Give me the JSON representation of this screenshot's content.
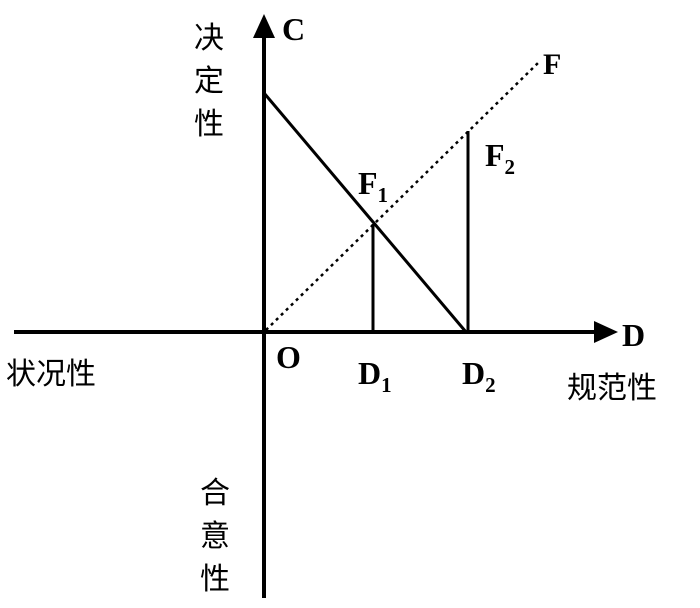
{
  "axes": {
    "vertical_top_label": "C",
    "vertical_top_caption": [
      "决",
      "定",
      "性"
    ],
    "vertical_bottom_caption": [
      "合",
      "意",
      "性"
    ],
    "horizontal_right_label": "D",
    "horizontal_right_caption": "规范性",
    "horizontal_left_caption": "状况性",
    "origin_label": "O"
  },
  "points": {
    "F": "F",
    "F1": {
      "base": "F",
      "sub": "1"
    },
    "F2": {
      "base": "F",
      "sub": "2"
    },
    "D1": {
      "base": "D",
      "sub": "1"
    },
    "D2": {
      "base": "D",
      "sub": "2"
    }
  },
  "colors": {
    "ink": "#000000",
    "background": "#ffffff"
  }
}
